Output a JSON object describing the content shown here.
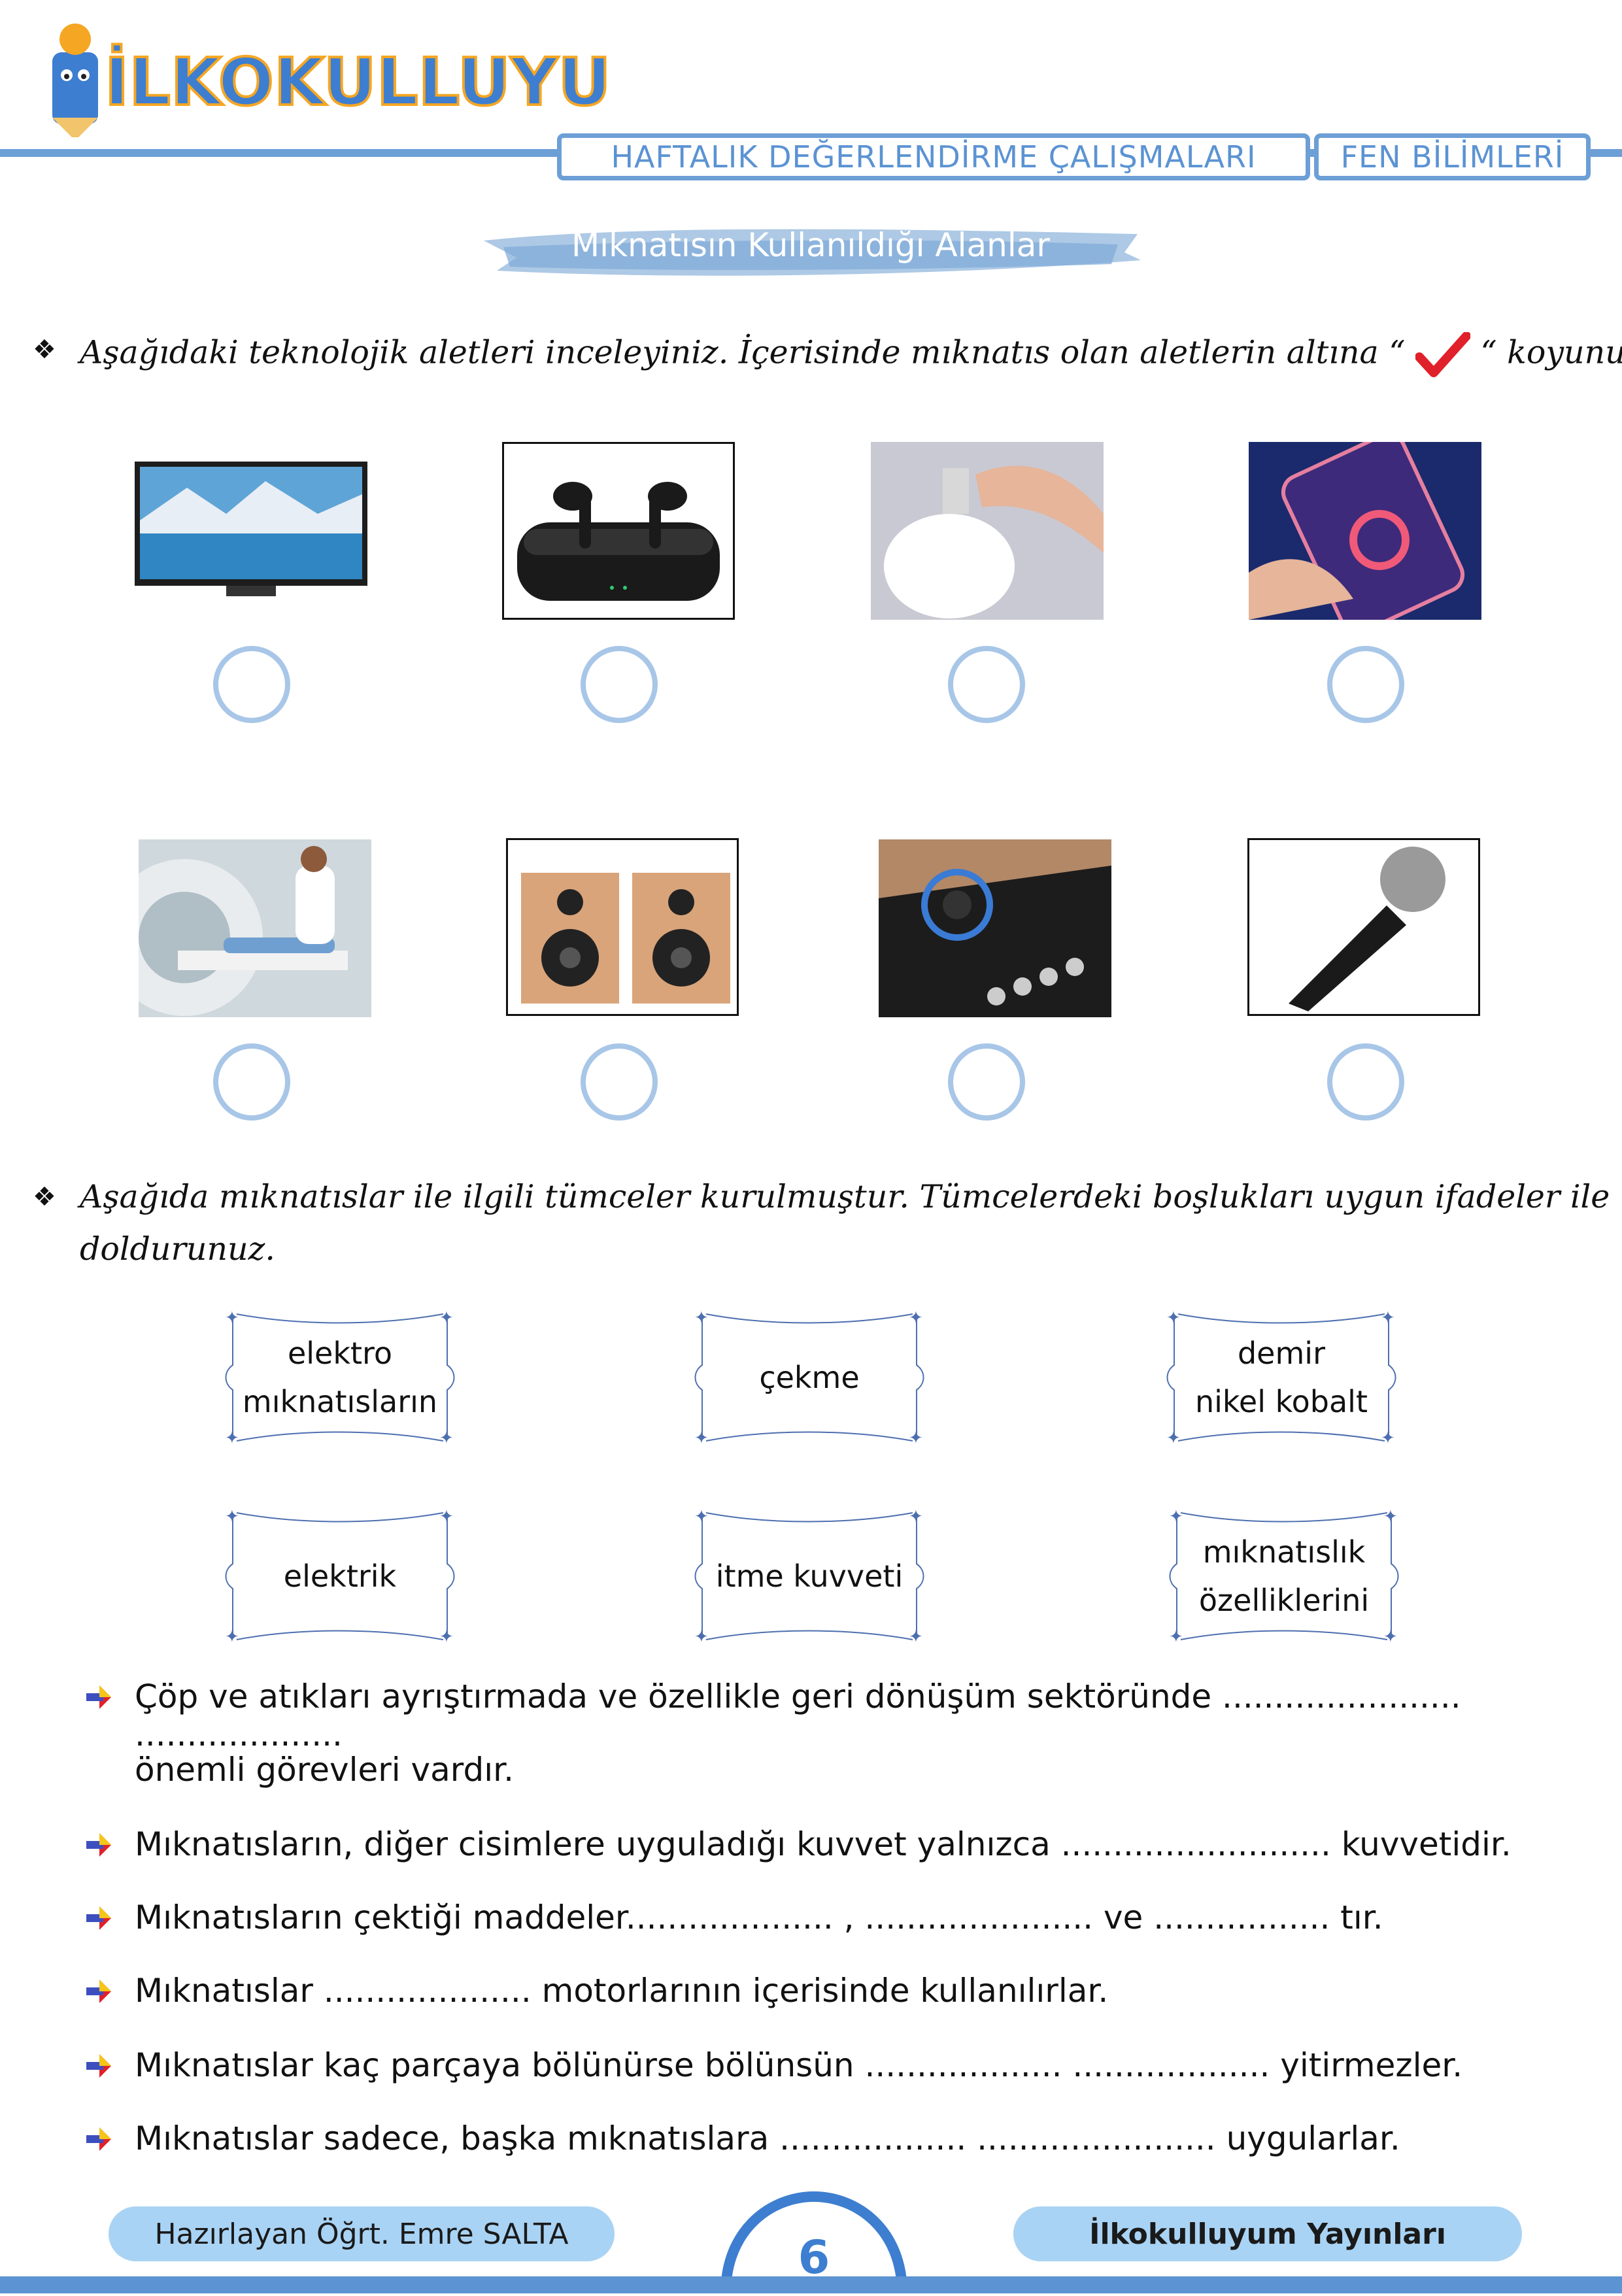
{
  "header": {
    "logo_text": "İLKOKULLUYUM",
    "title": "HAFTALIK DEĞERLENDİRME ÇALIŞMALARI",
    "subject": "FEN BİLİMLERİ"
  },
  "topic_title": "Mıknatısın Kullanıldığı Alanlar",
  "question1": {
    "text_before": "Aşağıdaki teknolojik aletleri inceleyiniz. İçerisinde mıknatıs olan aletlerin altına  “",
    "text_after": "“ koyunuz.",
    "items": [
      {
        "icon": "television-icon"
      },
      {
        "icon": "wireless-earbuds-icon"
      },
      {
        "icon": "light-bulb-icon"
      },
      {
        "icon": "phone-ring-holder-icon"
      },
      {
        "icon": "mri-scanner-icon"
      },
      {
        "icon": "speakers-icon"
      },
      {
        "icon": "gas-stove-icon"
      },
      {
        "icon": "microphone-icon"
      }
    ]
  },
  "question2": {
    "text_line1": "Aşağıda mıknatıslar ile ilgili tümceler kurulmuştur. Tümcelerdeki boşlukları uygun ifadeler ile",
    "text_line2": "doldurunuz.",
    "cards": [
      {
        "line1": "elektro",
        "line2": "mıknatısların"
      },
      {
        "line1": "çekme",
        "line2": ""
      },
      {
        "line1": "demir",
        "line2": "nikel kobalt"
      },
      {
        "line1": "elektrik",
        "line2": ""
      },
      {
        "line1": "itme kuvveti",
        "line2": ""
      },
      {
        "line1": "mıknatıslık",
        "line2": "özelliklerini"
      }
    ],
    "sentences": [
      "Çöp ve atıkları ayrıştırmada ve özellikle geri dönüşüm sektöründe ....................... ....................",
      "önemli görevleri vardır.",
      "Mıknatısların, diğer cisimlere uyguladığı kuvvet yalnızca  .......................... kuvvetidir.",
      "Mıknatısların çektiği maddeler.................... , ...................... ve  .................  tır.",
      "Mıknatıslar .................... motorlarının içerisinde kullanılırlar.",
      "Mıknatıslar kaç parçaya bölünürse bölünsün ................... ................... yitirmezler.",
      "Mıknatıslar sadece, başka mıknatıslara ..................  ....................... uygularlar."
    ]
  },
  "footer": {
    "author": "Hazırlayan Öğrt. Emre SALTA",
    "page_number": "6",
    "publisher": "İlkokulluyum Yayınları"
  },
  "colors": {
    "accent_blue": "#6c9fd6",
    "circle_blue": "#a8c6e7",
    "check_red": "#e0202a",
    "footer_pill": "#a9d3f4"
  }
}
